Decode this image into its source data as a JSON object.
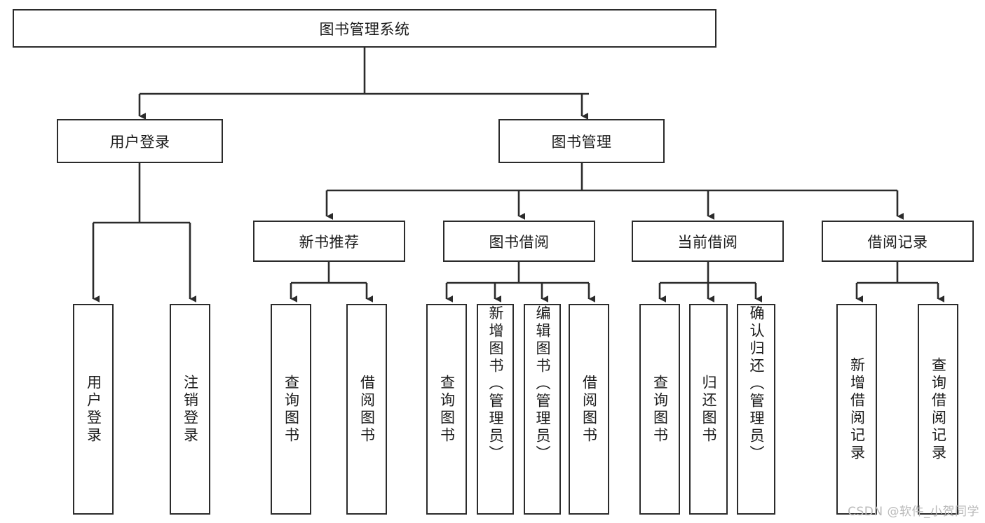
{
  "diagram": {
    "title": "图书管理系统",
    "type": "tree-hierarchy",
    "watermark": "CSDN @软件_小贺同学",
    "colors": {
      "stroke": "#2b2b2b",
      "fill": "#ffffff",
      "text": "#1b1b1b",
      "watermark": "#b9b9b9"
    },
    "nodes": {
      "root": {
        "label": "图书管理系统"
      },
      "level2": [
        {
          "id": "user-login",
          "label": "用户登录"
        },
        {
          "id": "book-manage",
          "label": "图书管理"
        }
      ],
      "level3": [
        {
          "id": "new-book-rec",
          "label": "新书推荐"
        },
        {
          "id": "book-borrow",
          "label": "图书借阅"
        },
        {
          "id": "current-borrow",
          "label": "当前借阅"
        },
        {
          "id": "borrow-record",
          "label": "借阅记录"
        }
      ],
      "leaves": {
        "user_login": [
          {
            "id": "leaf-user-login",
            "label": "用户登录"
          },
          {
            "id": "leaf-logout",
            "label": "注销登录"
          }
        ],
        "new_book_rec": [
          {
            "id": "leaf-query-book-1",
            "label": "查询图书"
          },
          {
            "id": "leaf-borrow-book-1",
            "label": "借阅图书"
          }
        ],
        "book_borrow": [
          {
            "id": "leaf-query-book-2",
            "label": "查询图书"
          },
          {
            "id": "leaf-add-book",
            "label": "新增图书（管理员）"
          },
          {
            "id": "leaf-edit-book",
            "label": "编辑图书（管理员）"
          },
          {
            "id": "leaf-borrow-book-2",
            "label": "借阅图书"
          }
        ],
        "current_borrow": [
          {
            "id": "leaf-query-book-3",
            "label": "查询图书"
          },
          {
            "id": "leaf-return-book",
            "label": "归还图书"
          },
          {
            "id": "leaf-confirm-return",
            "label": "确认归还（管理员）"
          }
        ],
        "borrow_record": [
          {
            "id": "leaf-add-record",
            "label": "新增借阅记录"
          },
          {
            "id": "leaf-query-record",
            "label": "查询借阅记录"
          }
        ]
      }
    }
  }
}
